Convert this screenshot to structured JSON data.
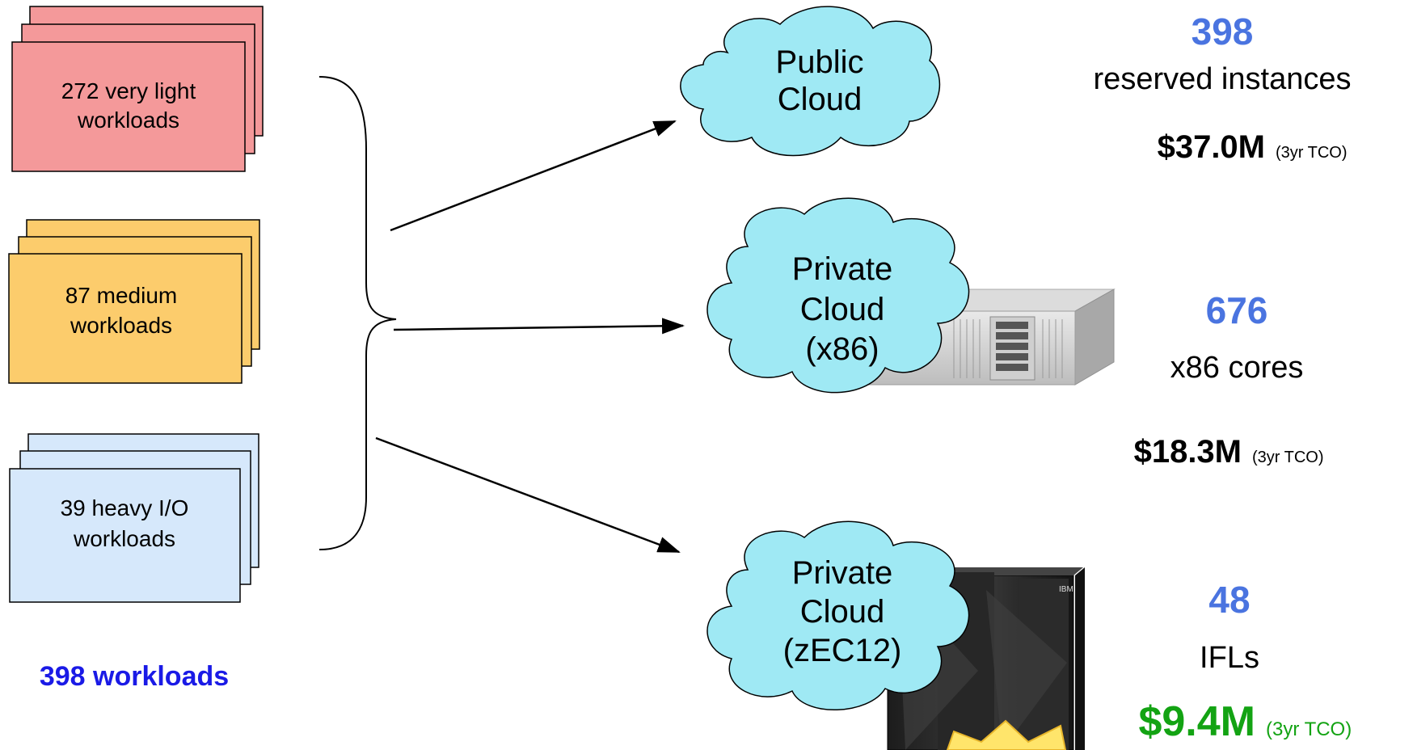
{
  "workload_groups": [
    {
      "label_line1": "272 very light",
      "label_line2": "workloads",
      "color": "#f4999a"
    },
    {
      "label_line1": "87 medium",
      "label_line2": "workloads",
      "color": "#fccc6c"
    },
    {
      "label_line1": "39 heavy I/O",
      "label_line2": "workloads",
      "color": "#d6e8fb"
    }
  ],
  "total_label": "398 workloads",
  "clouds": [
    {
      "line1": "Public",
      "line2": "Cloud",
      "line3": ""
    },
    {
      "line1": "Private",
      "line2": "Cloud",
      "line3": "(x86)"
    },
    {
      "line1": "Private",
      "line2": "Cloud",
      "line3": "(zEC12)"
    }
  ],
  "results": [
    {
      "number": "398",
      "unit": "reserved instances",
      "cost": "$37.0M",
      "note": "(3yr TCO)"
    },
    {
      "number": "676",
      "unit": "x86 cores",
      "cost": "$18.3M",
      "note": "(3yr TCO)"
    },
    {
      "number": "48",
      "unit": "IFLs",
      "cost": "$9.4M",
      "note": "(3yr TCO)"
    }
  ],
  "server_logo": "IBM",
  "colors": {
    "number_blue": "#4a74e0",
    "total_blue": "#1a1ae6",
    "cloud_fill": "#9fe9f4",
    "cost_green": "#13a313",
    "burst_fill": "#ffe56b",
    "burst_stroke": "#e8b62b"
  }
}
